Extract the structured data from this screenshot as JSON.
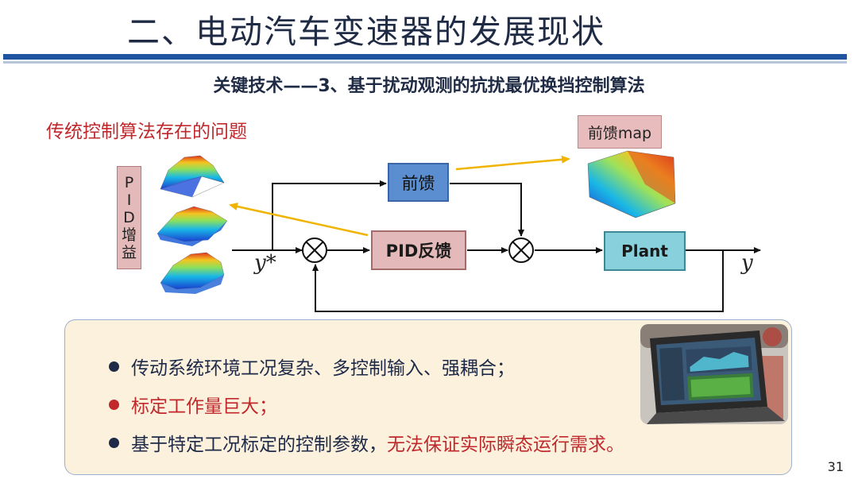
{
  "slide": {
    "title": "二、电动汽车变速器的发展现状",
    "subtitle": "关键技术——3、基于扰动观测的抗扰最优换挡控制算法",
    "problem_heading": "传统控制算法存在的问题",
    "page_number": "31"
  },
  "diagram": {
    "pid_gain_chars": [
      "P",
      "I",
      "D",
      "增",
      "益"
    ],
    "feedforward_label": "前馈",
    "pid_feedback_label": "PID反馈",
    "plant_label": "Plant",
    "ff_map_label": "前馈map",
    "input_label": "y*",
    "output_label": "y"
  },
  "bullets": [
    {
      "text": "传动系统环境工况复杂、多控制输入、强耦合；",
      "color": "#1e2a48"
    },
    {
      "text": "标定工作量巨大；",
      "color": "#c0282c"
    },
    {
      "text": "基于特定工况标定的控制参数，",
      "highlight": "无法保证实际瞬态运行需求。",
      "color": "#1e2a48"
    }
  ],
  "colors": {
    "title_rule": "#1f55a0",
    "feedforward_box": "#5b8ed1",
    "pid_box": "#e4b9b9",
    "plant_box": "#88d0dc",
    "arrow_yellow": "#f0b400",
    "accent_red": "#c0282c"
  }
}
